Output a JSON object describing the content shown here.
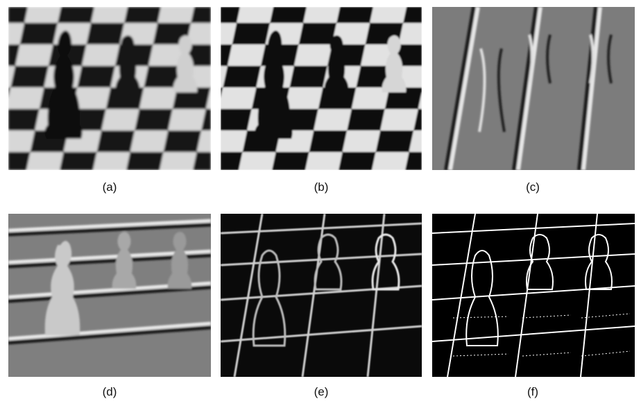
{
  "panels": [
    {
      "label": "(a)",
      "style": "chessboard-grayscale-blurred"
    },
    {
      "label": "(b)",
      "style": "chessboard-grayscale-sharpened"
    },
    {
      "label": "(c)",
      "style": "horizontal-gradient-map"
    },
    {
      "label": "(d)",
      "style": "vertical-gradient-map"
    },
    {
      "label": "(e)",
      "style": "gradient-magnitude-map"
    },
    {
      "label": "(f)",
      "style": "binary-edge-map"
    }
  ],
  "colors": {
    "dark_square": "#1a1a1a",
    "light_square": "#dcdcdc",
    "gradient_gray": "#7a7a7a",
    "edge_white": "#ffffff",
    "edge_black": "#000000"
  }
}
